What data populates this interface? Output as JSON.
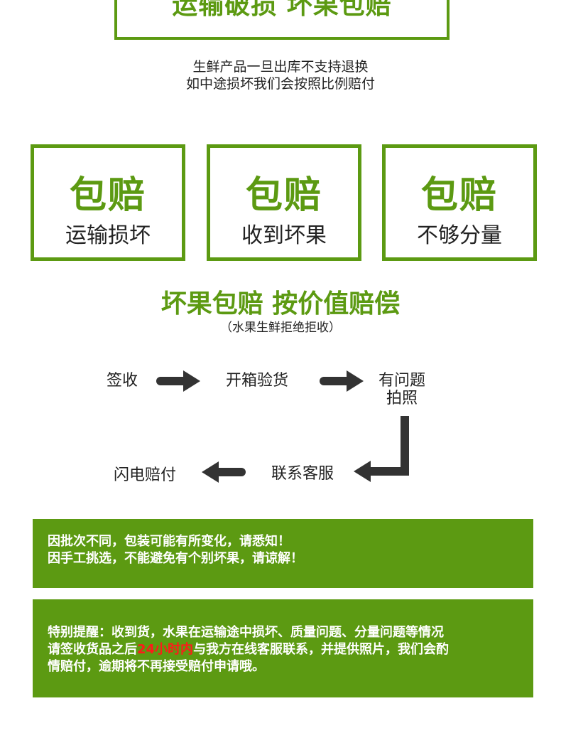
{
  "top": {
    "title": "运输破损 坏果包赔"
  },
  "notice": {
    "line1": "生鲜产品一旦出库不支持退换",
    "line2": "如中途损坏我们会按照比例赔付"
  },
  "cards": [
    {
      "big": "包赔",
      "small": "运输损坏"
    },
    {
      "big": "包赔",
      "small": "收到坏果"
    },
    {
      "big": "包赔",
      "small": "不够分量"
    }
  ],
  "heading": "坏果包赔 按价值赔偿",
  "subheading": "（水果生鲜拒绝拒收）",
  "flow": {
    "step1": "签收",
    "step2": "开箱验货",
    "step3_line1": "有问题",
    "step3_line2": "拍照",
    "step4": "联系客服",
    "step5": "闪电赔付"
  },
  "banner1": {
    "line1": "因批次不同，包装可能有所变化，请悉知！",
    "line2": "因手工挑选，不能避免有个别坏果，请谅解！"
  },
  "banner2": {
    "line1": "特别提醒：收到货，水果在运输途中损坏、质量问题、分量问题等情况",
    "line2_pre": "请签收货品之后",
    "line2_highlight": "24小时内",
    "line2_post": "与我方在线客服联系，并提供照片，我们会酌",
    "line3": "情赔付，逾期将不再接受赔付申请哦。"
  },
  "colors": {
    "accent": "#5c9a12",
    "highlight": "#ff1a1a",
    "arrow": "#333333"
  }
}
